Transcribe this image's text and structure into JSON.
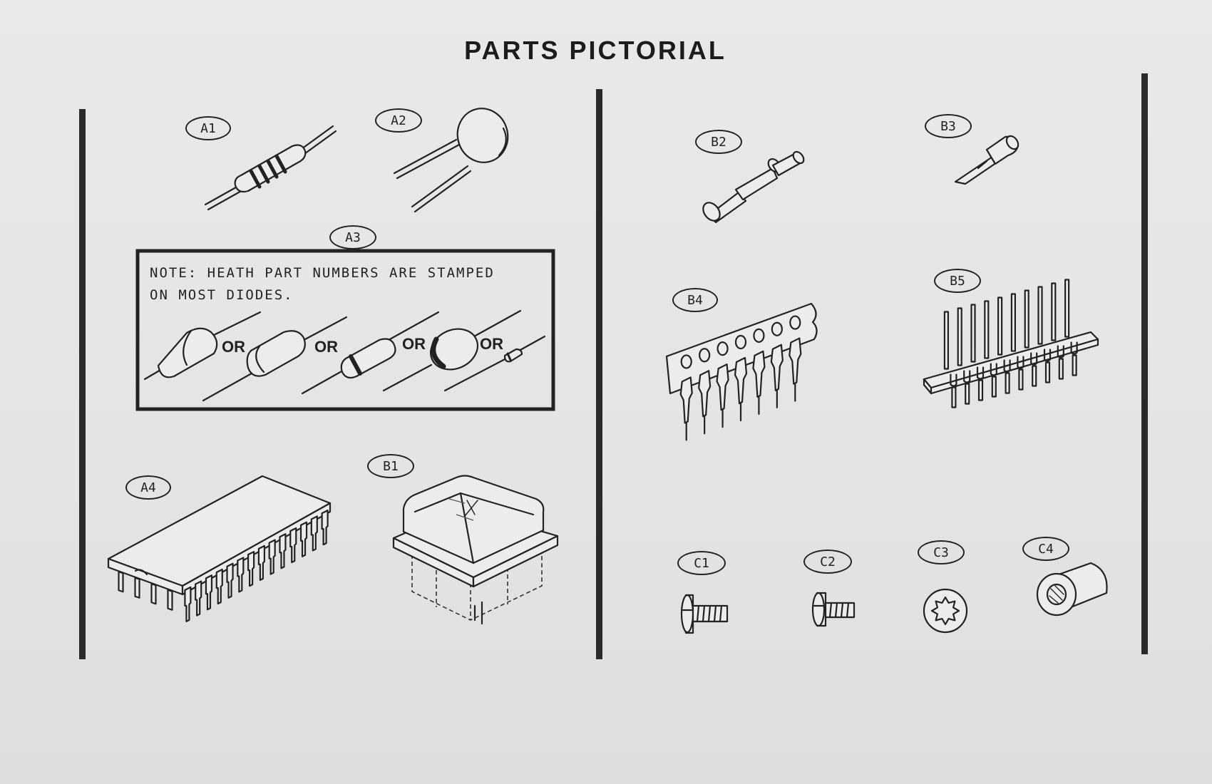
{
  "title": "PARTS PICTORIAL",
  "labels": {
    "a1": "A1",
    "a2": "A2",
    "a3": "A3",
    "a4": "A4",
    "b1": "B1",
    "b2": "B2",
    "b3": "B3",
    "b4": "B4",
    "b5": "B5",
    "c1": "C1",
    "c2": "C2",
    "c3": "C3",
    "c4": "C4"
  },
  "note": {
    "line1": "NOTE: HEATH PART NUMBERS ARE STAMPED",
    "line2": "ON MOST DIODES."
  },
  "or_word": "OR",
  "icons": {
    "a1": "resistor-icon",
    "a2": "disc-capacitor-icon",
    "a3": "diode-icon",
    "a4": "ic-chip-icon",
    "b1": "keyswitch-icon",
    "b2": "pin-icon",
    "b3": "solder-pin-icon",
    "b4": "header-strip-icon",
    "b5": "pin-header-icon",
    "c1": "screw-icon",
    "c2": "screw-icon",
    "c3": "lockwasher-icon",
    "c4": "spacer-icon"
  }
}
